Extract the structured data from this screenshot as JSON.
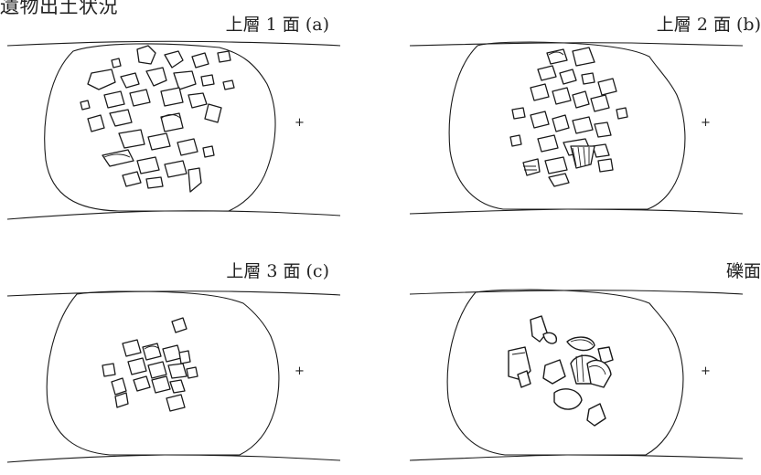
{
  "title": "遺物出土状況",
  "panels": [
    {
      "id": "a",
      "label": "上層 1 面 (a)",
      "marker": "+"
    },
    {
      "id": "b",
      "label": "上層 2 面 (b)",
      "marker": "+"
    },
    {
      "id": "c",
      "label": "上層 3 面 (c)",
      "marker": "+"
    },
    {
      "id": "d",
      "label": "礫面",
      "marker": "+"
    }
  ]
}
